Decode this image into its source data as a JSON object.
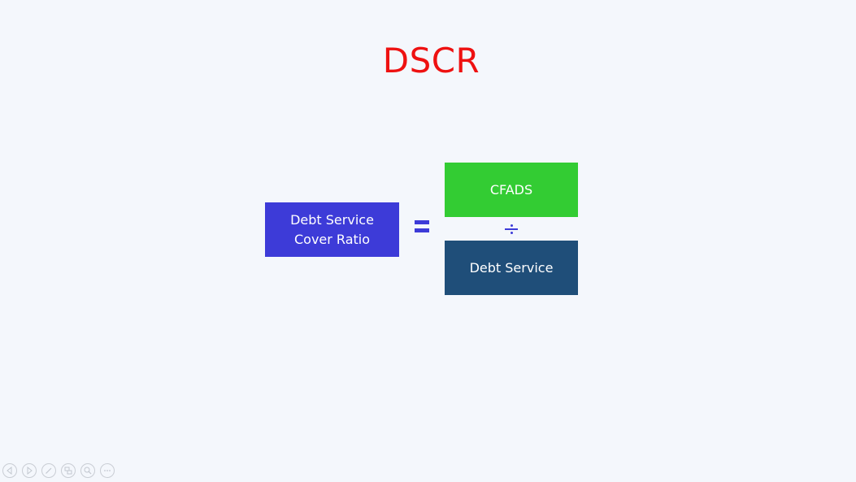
{
  "slide": {
    "title": "DSCR",
    "lhs_label": "Debt Service\nCover Ratio",
    "numerator_label": "CFADS",
    "denominator_label": "Debt Service"
  },
  "colors": {
    "title": "#ee1111",
    "lhs_box": "#3d3bd8",
    "numerator_box": "#33cc33",
    "denominator_box": "#1f4e79",
    "operators": "#3d3bd8",
    "background": "#f4f7fc"
  },
  "toolbar": {
    "icons": [
      "previous-icon",
      "next-icon",
      "pen-icon",
      "slides-icon",
      "zoom-icon",
      "more-icon"
    ]
  }
}
